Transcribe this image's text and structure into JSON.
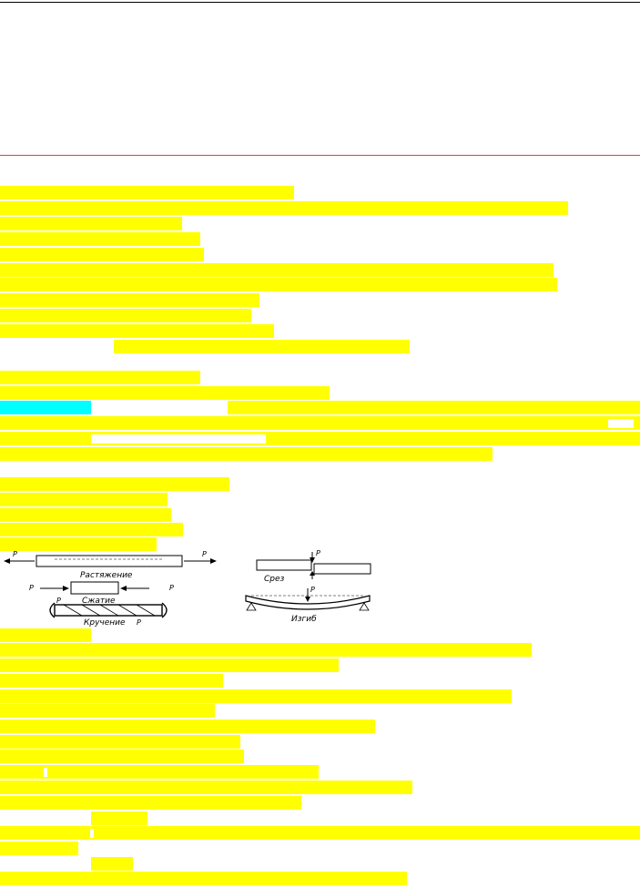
{
  "page": {
    "accent_yellow": "#ffff00",
    "accent_cyan": "#00ffff",
    "header_rule_color": "#d94040"
  },
  "figure": {
    "force_label": "P",
    "captions": {
      "tension": "Растяжение",
      "compression": "Сжатие",
      "torsion": "Кручение",
      "shear": "Срез",
      "bending": "Изгиб"
    }
  }
}
